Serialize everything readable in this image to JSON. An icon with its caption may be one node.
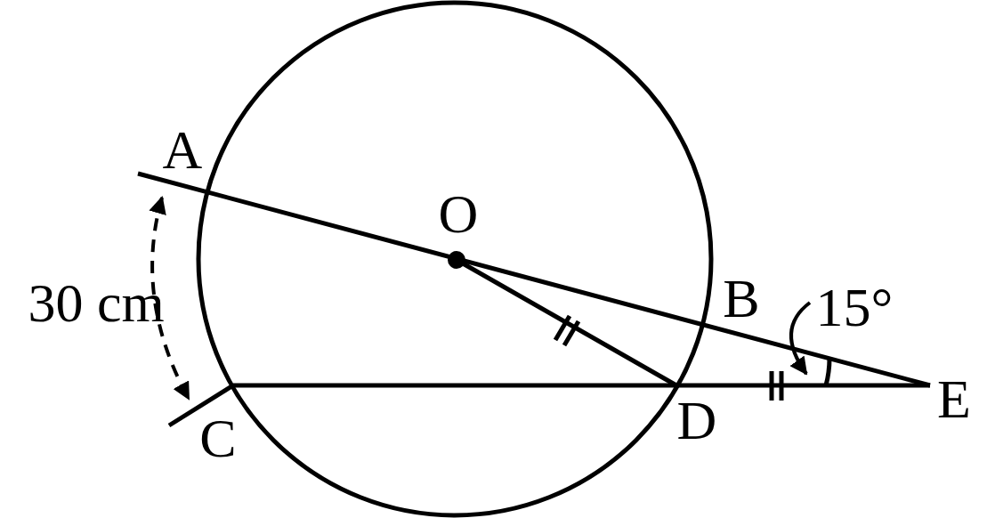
{
  "diagram": {
    "labels": [
      "A",
      "O",
      "B",
      "15°",
      "30 cm",
      "C",
      "D",
      "E"
    ]
  }
}
